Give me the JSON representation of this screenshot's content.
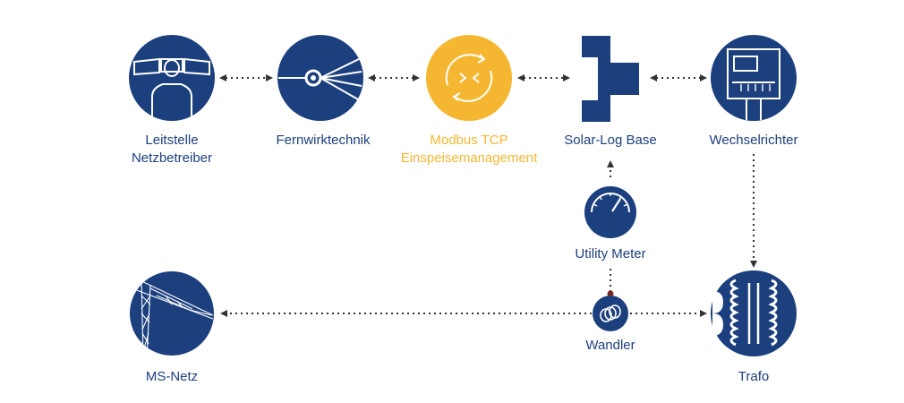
{
  "colors": {
    "primary": "#1c3f7e",
    "highlight": "#f5b731",
    "connector": "#333333"
  },
  "nodes": {
    "leitstelle": {
      "line1": "Leitstelle",
      "line2": "Netzbetreiber",
      "icon": "operator-monitors-icon"
    },
    "fernwirk": {
      "line1": "Fernwirktechnik",
      "icon": "telecontrol-icon"
    },
    "modbus": {
      "line1": "Modbus TCP",
      "line2": "Einspeisemanagement",
      "icon": "modbus-sync-icon"
    },
    "solarlog": {
      "line1": "Solar-Log Base",
      "icon": "solar-log-base-icon"
    },
    "wechselrichter": {
      "line1": "Wechselrichter",
      "icon": "inverter-icon"
    },
    "utility": {
      "line1": "Utility Meter",
      "icon": "gauge-icon"
    },
    "wandler": {
      "line1": "Wandler",
      "icon": "current-transformer-icon"
    },
    "trafo": {
      "line1": "Trafo",
      "icon": "transformer-icon"
    },
    "msnetz": {
      "line1": "MS-Netz",
      "icon": "power-pylon-icon"
    }
  },
  "connections": [
    {
      "from": "leitstelle",
      "to": "fernwirk",
      "arrows": "both"
    },
    {
      "from": "fernwirk",
      "to": "modbus",
      "arrows": "both"
    },
    {
      "from": "modbus",
      "to": "solarlog",
      "arrows": "both"
    },
    {
      "from": "solarlog",
      "to": "wechselrichter",
      "arrows": "both"
    },
    {
      "from": "utility",
      "to": "solarlog",
      "arrows": "end"
    },
    {
      "from": "wechselrichter",
      "to": "trafo",
      "arrows": "end"
    },
    {
      "from": "wandler",
      "to": "utility",
      "arrows": "none"
    },
    {
      "from": "wandler",
      "to": "msnetz",
      "arrows": "end"
    },
    {
      "from": "wandler",
      "to": "trafo",
      "arrows": "end"
    }
  ]
}
